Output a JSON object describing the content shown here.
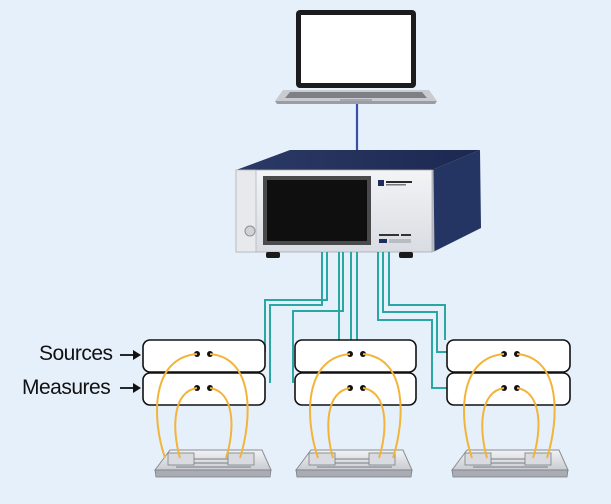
{
  "labels": {
    "sources": "Sources",
    "measures": "Measures"
  },
  "colors": {
    "background": "#e6f0fa",
    "fiber_teal": "#2aa7a3",
    "fiber_yellow": "#f2b43a",
    "link_blue": "#3b4fa6",
    "chassis_panel": "#2e3e6e",
    "screen": "#111111",
    "module_stroke": "#111111"
  },
  "icons": {
    "laptop": "laptop-icon",
    "instrument": "instrument-chassis-icon",
    "arrow": "arrow-right-icon",
    "device_under_test": "fiber-fixture-icon"
  },
  "layout_items": {
    "module_columns": 3
  }
}
